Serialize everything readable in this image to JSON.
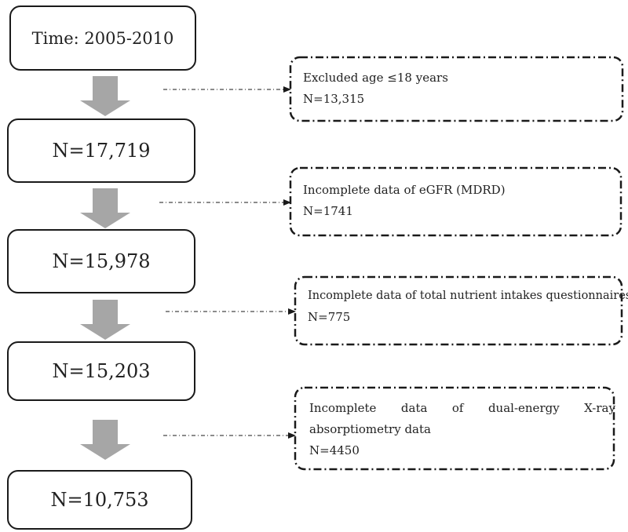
{
  "main_boxes": [
    {
      "label": "Time: 2005-2010"
    },
    {
      "label": "N=17,719"
    },
    {
      "label": "N=15,978"
    },
    {
      "label": "N=15,203"
    },
    {
      "label": "N=10,753"
    }
  ],
  "exclusions": [
    {
      "reason": "Excluded age ≤18 years",
      "count": "N=13,315"
    },
    {
      "reason": "Incomplete data of eGFR (MDRD)",
      "count": "N=1741"
    },
    {
      "reason": "Incomplete data of total nutrient intakes questionnaires",
      "count": "N=775"
    },
    {
      "reason_words": [
        "Incomplete",
        "data",
        "of",
        "dual-energy",
        "X-ray"
      ],
      "reason_line2": "absorptiometry data",
      "count": "N=4450"
    }
  ],
  "colors": {
    "arrow": "#a6a6a6",
    "outline": "#1a1a1a"
  }
}
